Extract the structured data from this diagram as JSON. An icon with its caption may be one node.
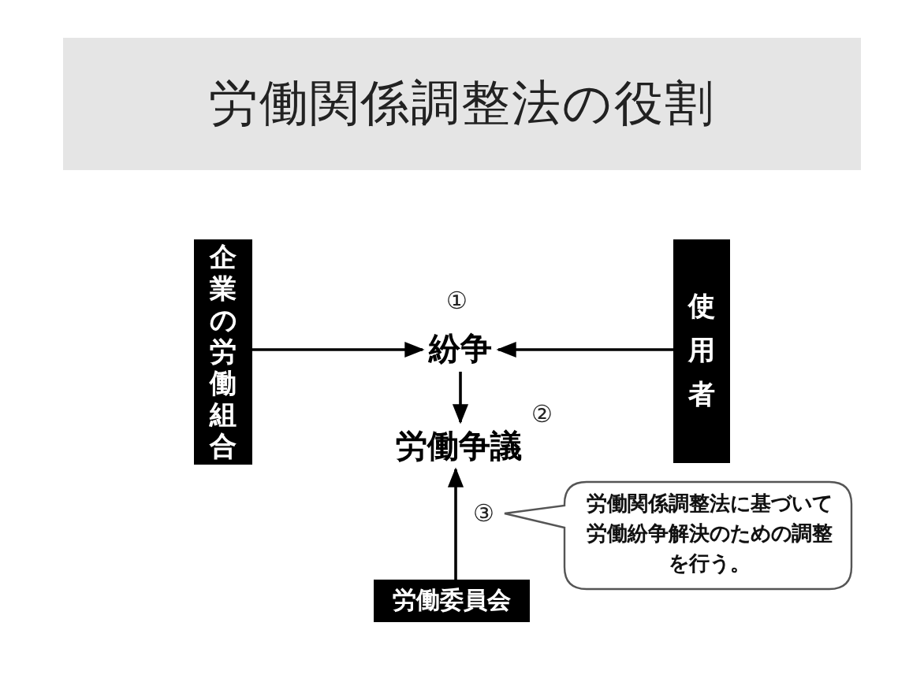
{
  "diagram": {
    "title": "労働関係調整法の役割",
    "nodes": [
      {
        "text": [
          "企業の労働組合"
        ]
      },
      {
        "text": [
          "紛争"
        ],
        "beside": [
          "①"
        ]
      },
      {
        "text": [
          "使用者"
        ]
      },
      {
        "text": [
          "労働争議"
        ],
        "beside": [
          "②"
        ]
      },
      {
        "text": [
          "労働委員会"
        ]
      },
      {
        "text": [
          "労働関係調整法に基づいて労働紛争解決のための調整を行う。"
        ]
      }
    ],
    "edges": [
      {
        "from": 0,
        "to": 1,
        "arrow": "to"
      },
      {
        "from": 2,
        "to": 1,
        "arrow": "to"
      },
      {
        "from": 1,
        "to": 3,
        "arrow": "to"
      },
      {
        "from": 4,
        "to": 3,
        "arrow": "to"
      }
    ],
    "labels": [
      "③"
    ]
  }
}
